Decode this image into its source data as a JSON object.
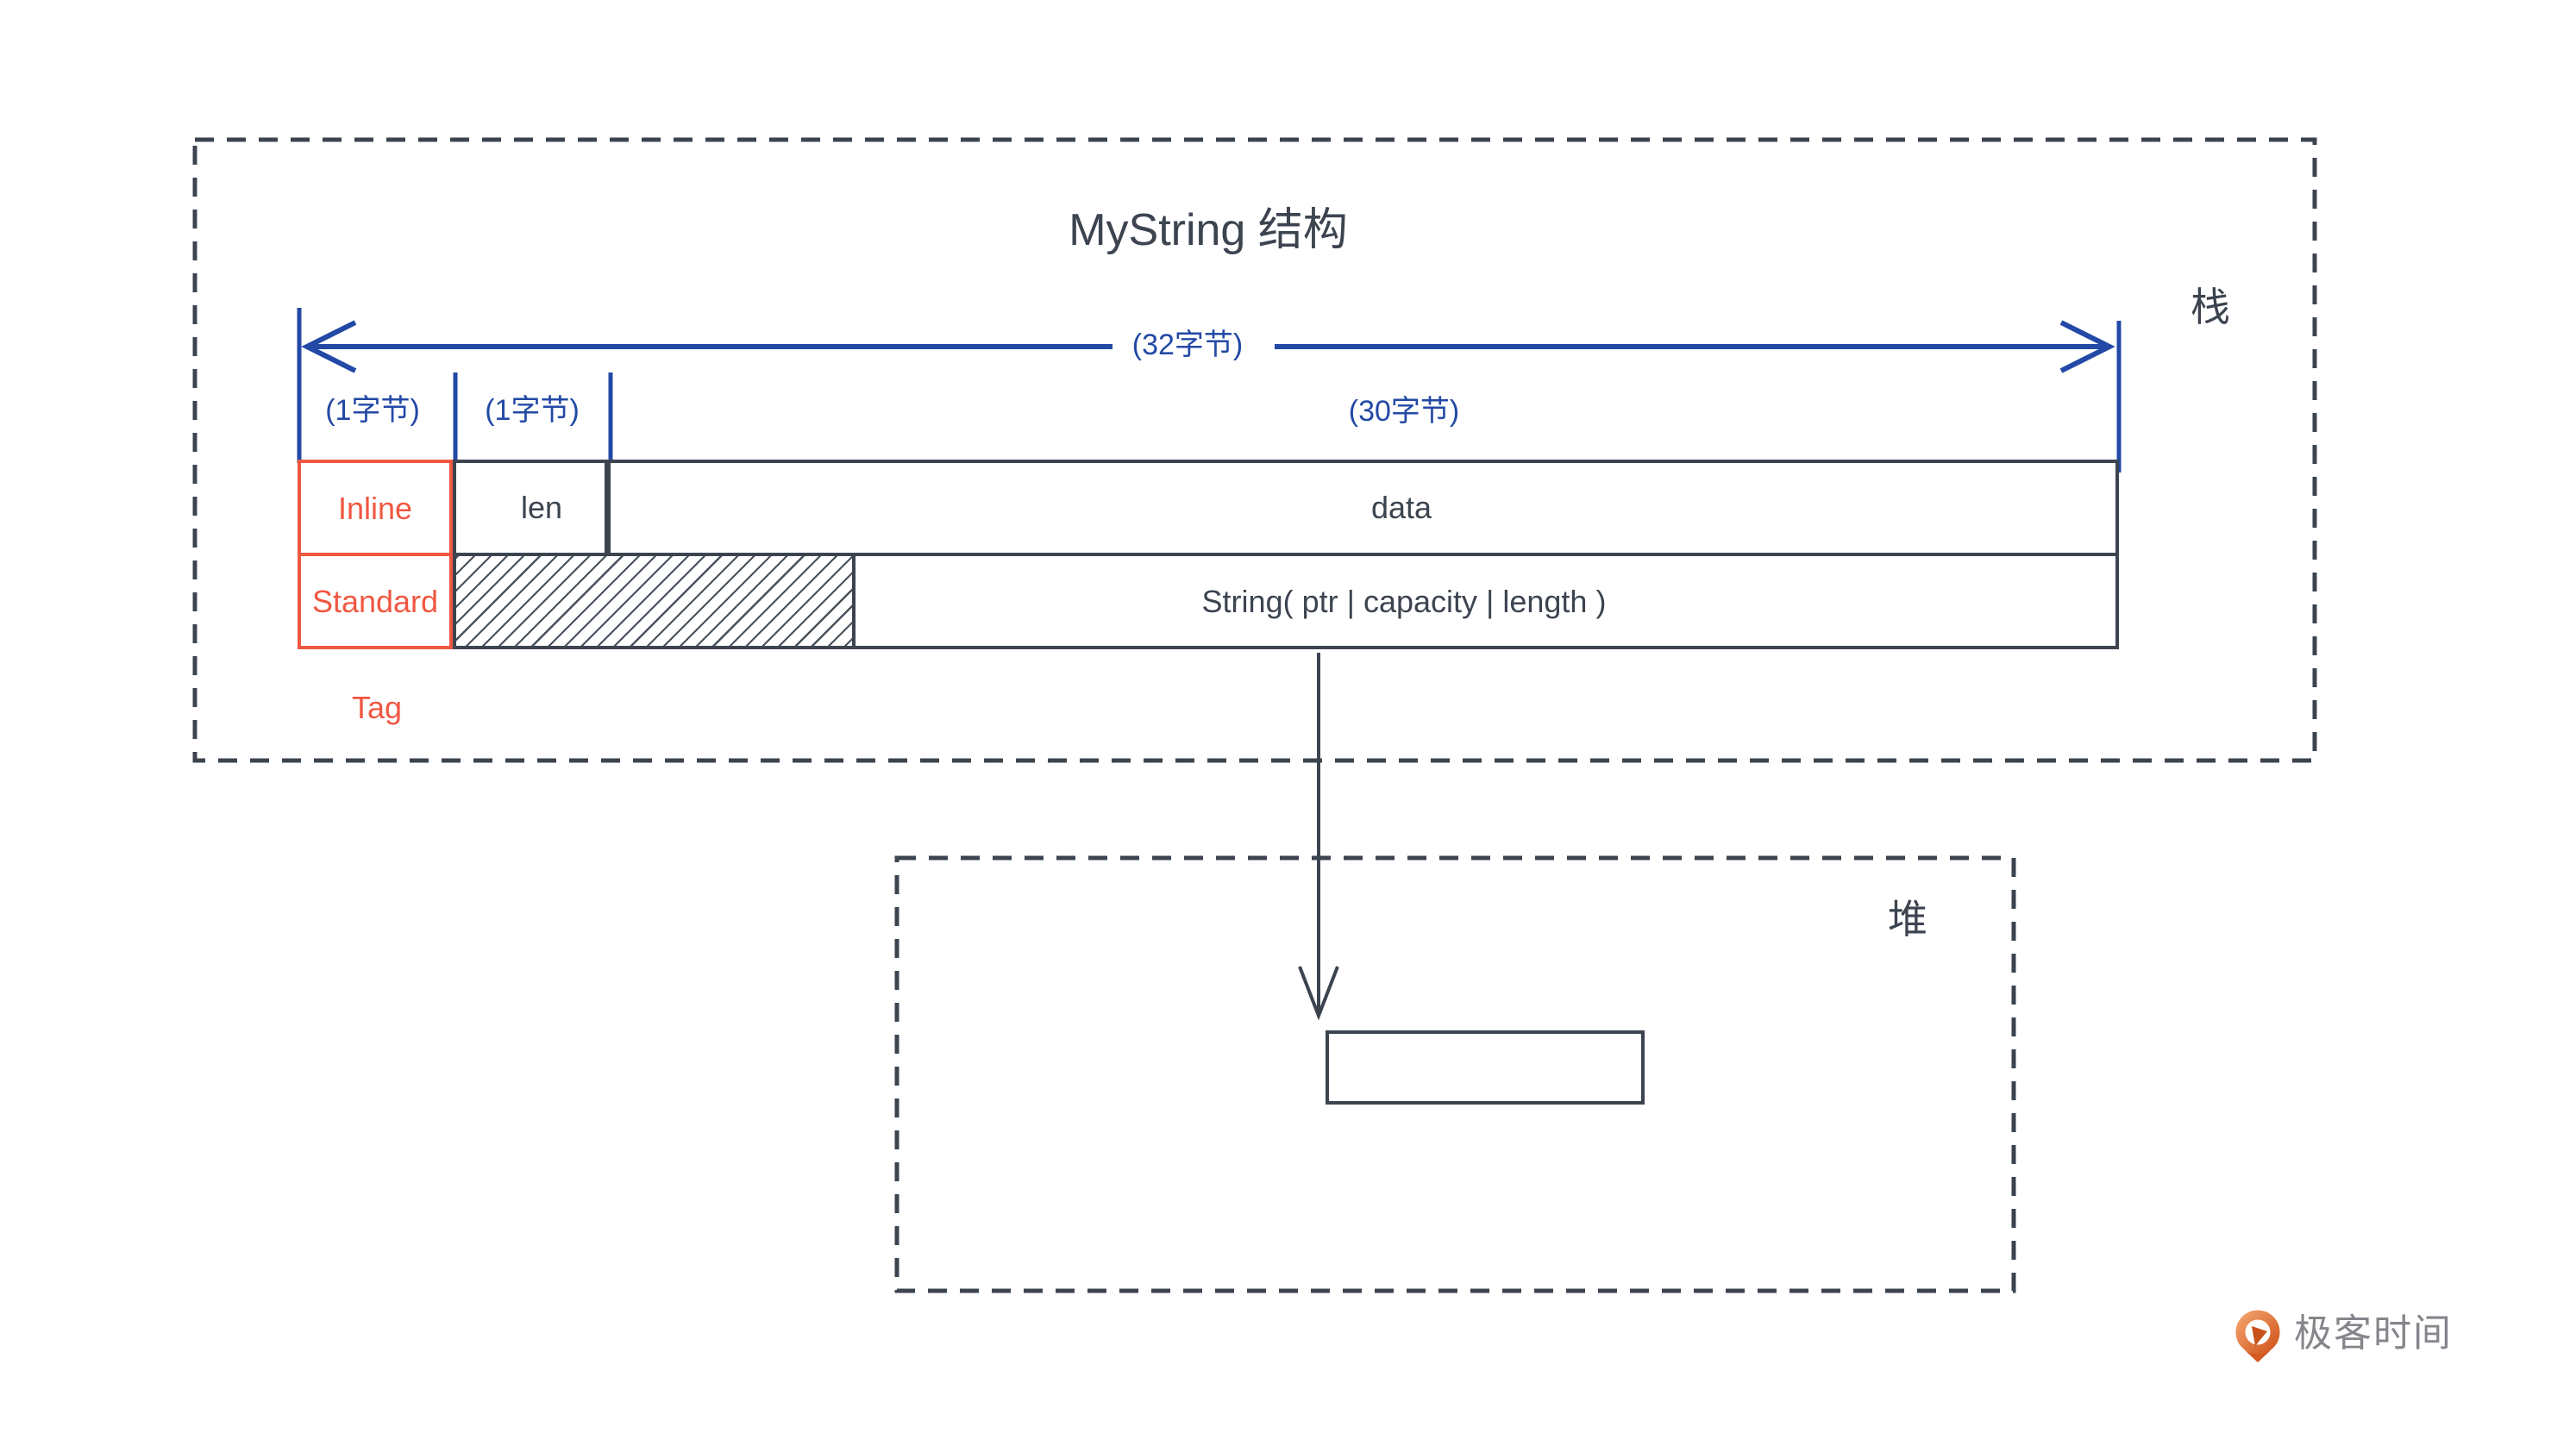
{
  "colors": {
    "blue": "#2349A6",
    "red": "#F05742",
    "ink": "#3C4450",
    "brand_orange": "#D2591F",
    "brand_orange_light": "#F09A60",
    "brand_gray": "#84868B"
  },
  "stack": {
    "title": "MyString 结构",
    "region_label": "栈",
    "dims": {
      "total": "(32字节)",
      "tag_byte": "(1字节)",
      "len_byte": "(1字节)",
      "data_bytes": "(30字节)"
    },
    "inline_row": {
      "variant": "Inline",
      "len": "len",
      "data": "data"
    },
    "standard_row": {
      "variant": "Standard",
      "payload": "String( ptr | capacity | length )"
    },
    "tag_label": "Tag"
  },
  "heap": {
    "region_label": "堆"
  },
  "brand": {
    "name": "极客时间"
  }
}
